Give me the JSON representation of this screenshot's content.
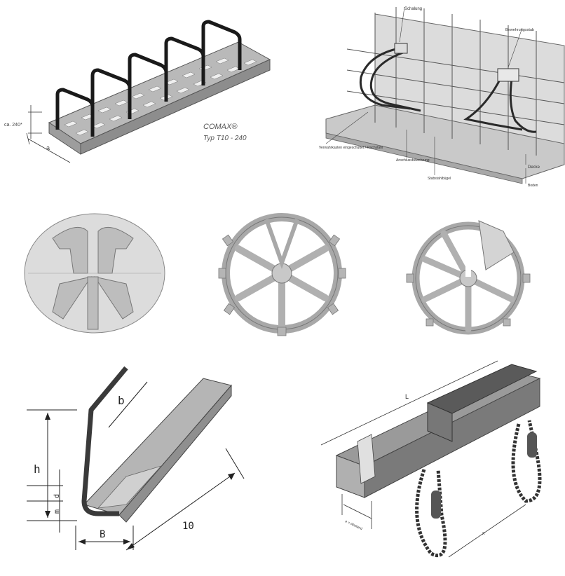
{
  "panels": {
    "comax": {
      "brand": "COMAX®",
      "type_line": "Typ T10 - 240",
      "dim_height": "ca. 240*",
      "dim_width": "a"
    },
    "wall": {
      "label_top": "Schalung",
      "label_right": "Bewehrungsstab",
      "label_left": "Verwahrkasten eingeschüttet / Flachstahl",
      "label_mid": "Anschlussbewehrung",
      "label_bottom": "Stabstahlbügel",
      "label_right_low": "Decke",
      "label_right_bottom": "Boden"
    },
    "profile": {
      "label_b_top": "b",
      "label_h": "h",
      "label_d": "d",
      "label_m": "m",
      "label_B": "B",
      "label_length": "10"
    },
    "box": {
      "label_L": "L",
      "label_dim": "e = Abstand",
      "label_x": "x"
    }
  }
}
